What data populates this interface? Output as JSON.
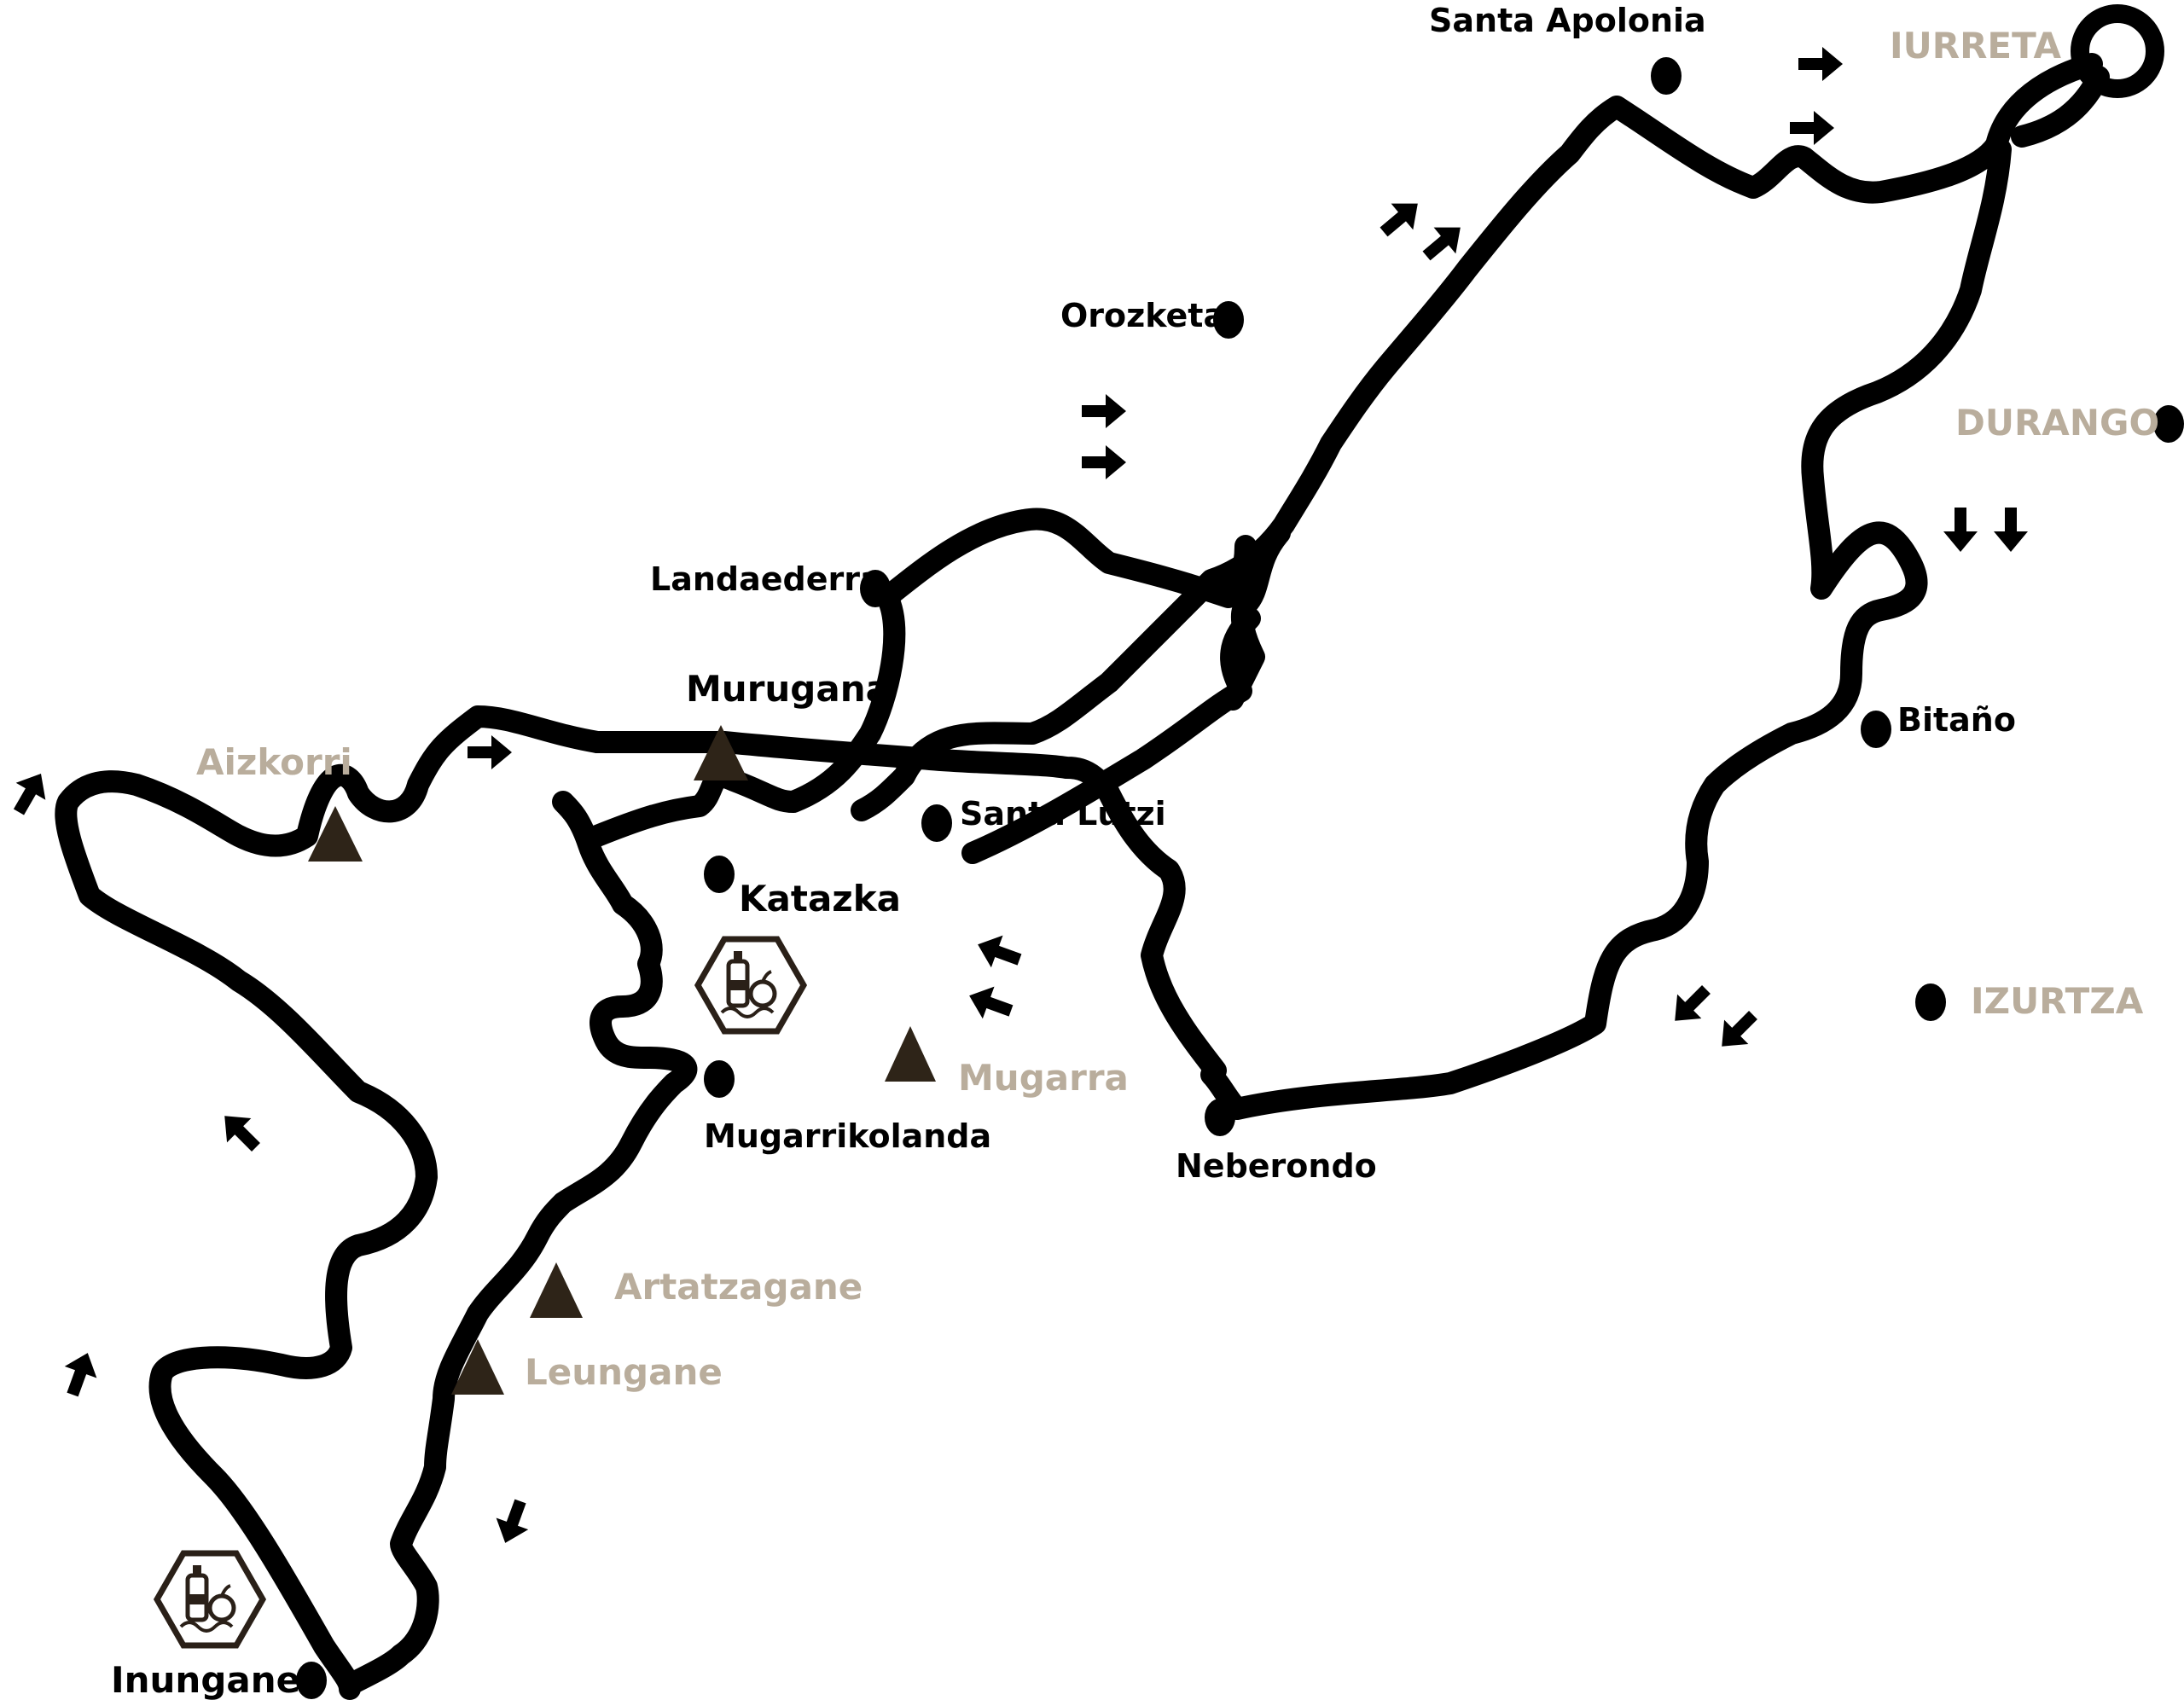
{
  "colors": {
    "route": "#000000",
    "town_text": "#b9ad9c",
    "place_text": "#000000",
    "summit": "#2e2418",
    "background": "#ffffff"
  },
  "towns": {
    "iurreta": "IURRETA",
    "durango": "DURANGO",
    "izurtza": "IZURTZA"
  },
  "places": {
    "santa_apolonia": "Santa Apolonia",
    "orozketa": "Orozketa",
    "landaederra": "Landaederra",
    "santa_lutzi": "Santa Lutzi",
    "katazka": "Katazka",
    "mugarrikolanda": "Mugarrikolanda",
    "neberondo": "Neberondo",
    "bitano": "Bitaño",
    "inungane": "Inungane"
  },
  "summits": {
    "murugana": "Murugana",
    "aizkorri": "Aizkorri",
    "mugarra": "Mugarra",
    "artatzagane": "Artatzagane",
    "leungane": "Leungane"
  },
  "icons": {
    "start_finish": "ring-icon",
    "refreshment": "refreshment-station-icon",
    "direction": "direction-arrow-icon",
    "summit": "summit-triangle-icon",
    "place": "place-dot-icon"
  }
}
